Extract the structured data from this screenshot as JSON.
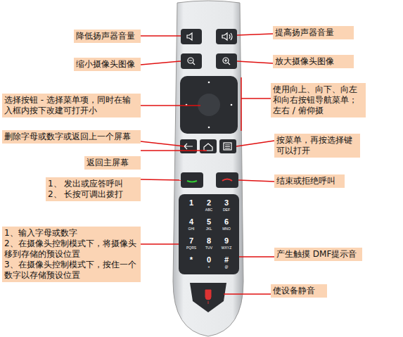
{
  "diagram": {
    "nodes": [
      {
        "text": [
          "降低扬声器音量"
        ]
      },
      {
        "text": [
          "缩小摄像头图像"
        ]
      },
      {
        "text": [
          "选择按钮 - 选择菜单项，同时在输入框内按下改建可打开小"
        ]
      },
      {
        "text": [
          "删除字母或数字或返回上一个屏幕"
        ]
      },
      {
        "text": [
          "返回主屏幕"
        ]
      },
      {
        "text": [
          "1、 发出或应答呼叫",
          "2、 长按可调出拨打"
        ]
      },
      {
        "text": [
          "1、输入字母或数字",
          "2、在摄像头控制模式下，将摄像头移到存储的预设位置",
          "3、在摄像头控制模式下，按住一个数字以存储预设位置"
        ]
      },
      {
        "text": [
          "提高扬声器音量"
        ]
      },
      {
        "text": [
          "放大摄像头图像"
        ]
      },
      {
        "text": [
          "使用向上、向下、向左和向右按钮导航菜单；左右 / 俯仰摄"
        ]
      },
      {
        "text": [
          "按菜单，再按选择键可以打开"
        ]
      },
      {
        "text": [
          "结束或拒绝呼叫"
        ]
      },
      {
        "text": [
          "产生触摸  DMF提示音"
        ]
      },
      {
        "text": [
          "使设备静音"
        ]
      }
    ],
    "labels": [
      "1",
      "2",
      "ABC",
      "3",
      "DEF",
      "4",
      "GHI",
      "5",
      "JKL",
      "6",
      "MNO",
      "7",
      "PQRS",
      "8",
      "TUV",
      "9",
      "WXYZ",
      "*",
      "0",
      "+",
      "#",
      "@"
    ]
  }
}
